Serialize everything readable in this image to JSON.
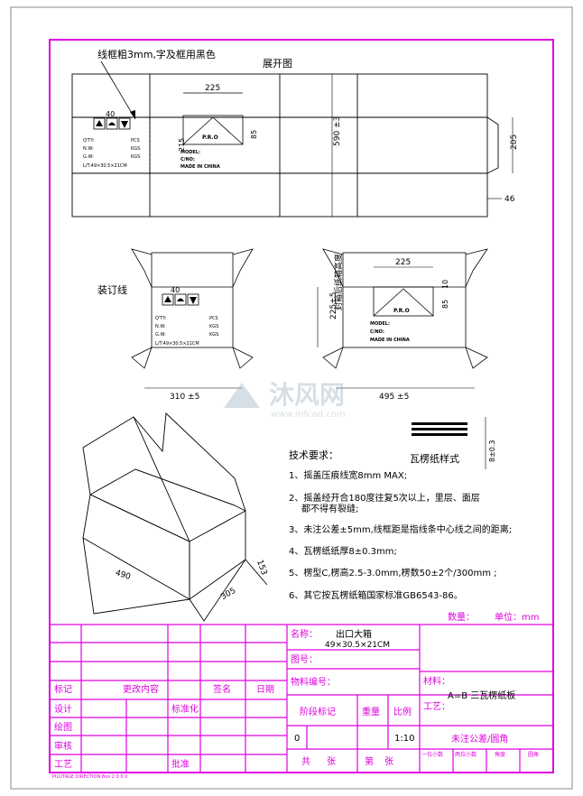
{
  "drawing": {
    "title_note": "线框粗3mm,字及框用黑色",
    "unfold_title": "展开图",
    "stitch_label": "装订线",
    "watermark_text": "沐风网",
    "watermark_url": "www.mfcad.com",
    "corrugated_label": "瓦楞纸样式",
    "flute_thickness": "8±0.3"
  },
  "dimensions": {
    "d225": "225",
    "d85": "85",
    "d215": "215",
    "d590": "590 ±3",
    "d205": "205",
    "d46": "46",
    "d40a": "40",
    "d40b": "40",
    "d10": "10",
    "d225b": "225",
    "d85b": "85",
    "d_seal": "封箱后纸箱高度",
    "d225_5": "225±5",
    "d310": "310 ±5",
    "d495": "495 ±5",
    "d490": "490",
    "d305": "305",
    "d153": "153"
  },
  "panel_left": {
    "qty": "Q'TY:",
    "qty_unit": "PCS",
    "nw": "N.W:",
    "nw_unit": "KGS",
    "gw": "G.W:",
    "gw_unit": "KGS",
    "meas": "L/T:49×30.5×21CM"
  },
  "panel_right": {
    "po": "P.R.O",
    "model": "MODEL:",
    "cno": "C/NO:",
    "made": "MADE IN CHINA"
  },
  "requirements": {
    "heading": "技术要求：",
    "items": [
      "1、摇盖压痕线宽8mm MAX;",
      "2、摇盖经开合180度往复5次以上，里层、面层",
      "都不得有裂缝;",
      "3、未注公差±5mm,线框距是指线条中心线之间的距离;",
      "4、瓦楞纸纸厚8±0.3mm;",
      "5、楞型C,楞高2.5-3.0mm,楞数50±2个/300mm ;",
      "6、其它按瓦楞纸箱国家标准GB6543-86。"
    ],
    "qty_label": "数量：",
    "unit_label": "单位：mm"
  },
  "title_block": {
    "name_label": "名称：",
    "name_value": "出口大箱",
    "name_size": "49×30.5×21CM",
    "drawing_no": "图号：",
    "material_no": "物料编号：",
    "stage": "阶段标记",
    "weight": "重量",
    "scale": "比例",
    "stage_val": "0",
    "scale_val": "1:10",
    "total": "共",
    "sheets": "张",
    "page": "第",
    "page_sheets": "张",
    "material_label": "材料：",
    "material_value": "A=B 三瓦楞纸板",
    "process_label": "工艺：",
    "tolerance": "未注公差/圆角",
    "tol_cols": [
      "一位小数",
      "两位小数",
      "角度",
      "圆角"
    ],
    "mark": "标记",
    "change": "更改内容",
    "sign": "签名",
    "date": "日期",
    "design": "设计",
    "standard": "标准化",
    "draw": "绘图",
    "check": "审核",
    "craft": "工艺",
    "approve": "批准",
    "footer_note": "PILOTAGE DIRECTION\nBox 2 0 0 0"
  }
}
